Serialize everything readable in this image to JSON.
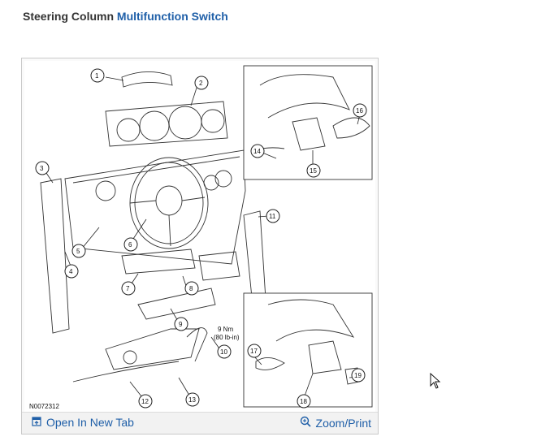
{
  "page": {
    "title_prefix": "Steering Column",
    "title_link": "Multifunction Switch"
  },
  "figure": {
    "code": "N0072312",
    "torque": [
      "9 Nm",
      "(80 lb-in)"
    ],
    "callouts": [
      "1",
      "2",
      "3",
      "4",
      "5",
      "6",
      "7",
      "8",
      "9",
      "10",
      "11",
      "12",
      "13",
      "14",
      "15",
      "16",
      "17",
      "18",
      "19"
    ],
    "open_tab_label": "Open In New Tab",
    "zoom_label": "Zoom/Print"
  },
  "icons": {
    "open_tab": "open-in-new-tab-icon",
    "zoom": "zoom-magnifier-icon",
    "cursor": "mouse-pointer-icon"
  },
  "colors": {
    "link": "#1f5fa8",
    "title": "#333333"
  }
}
